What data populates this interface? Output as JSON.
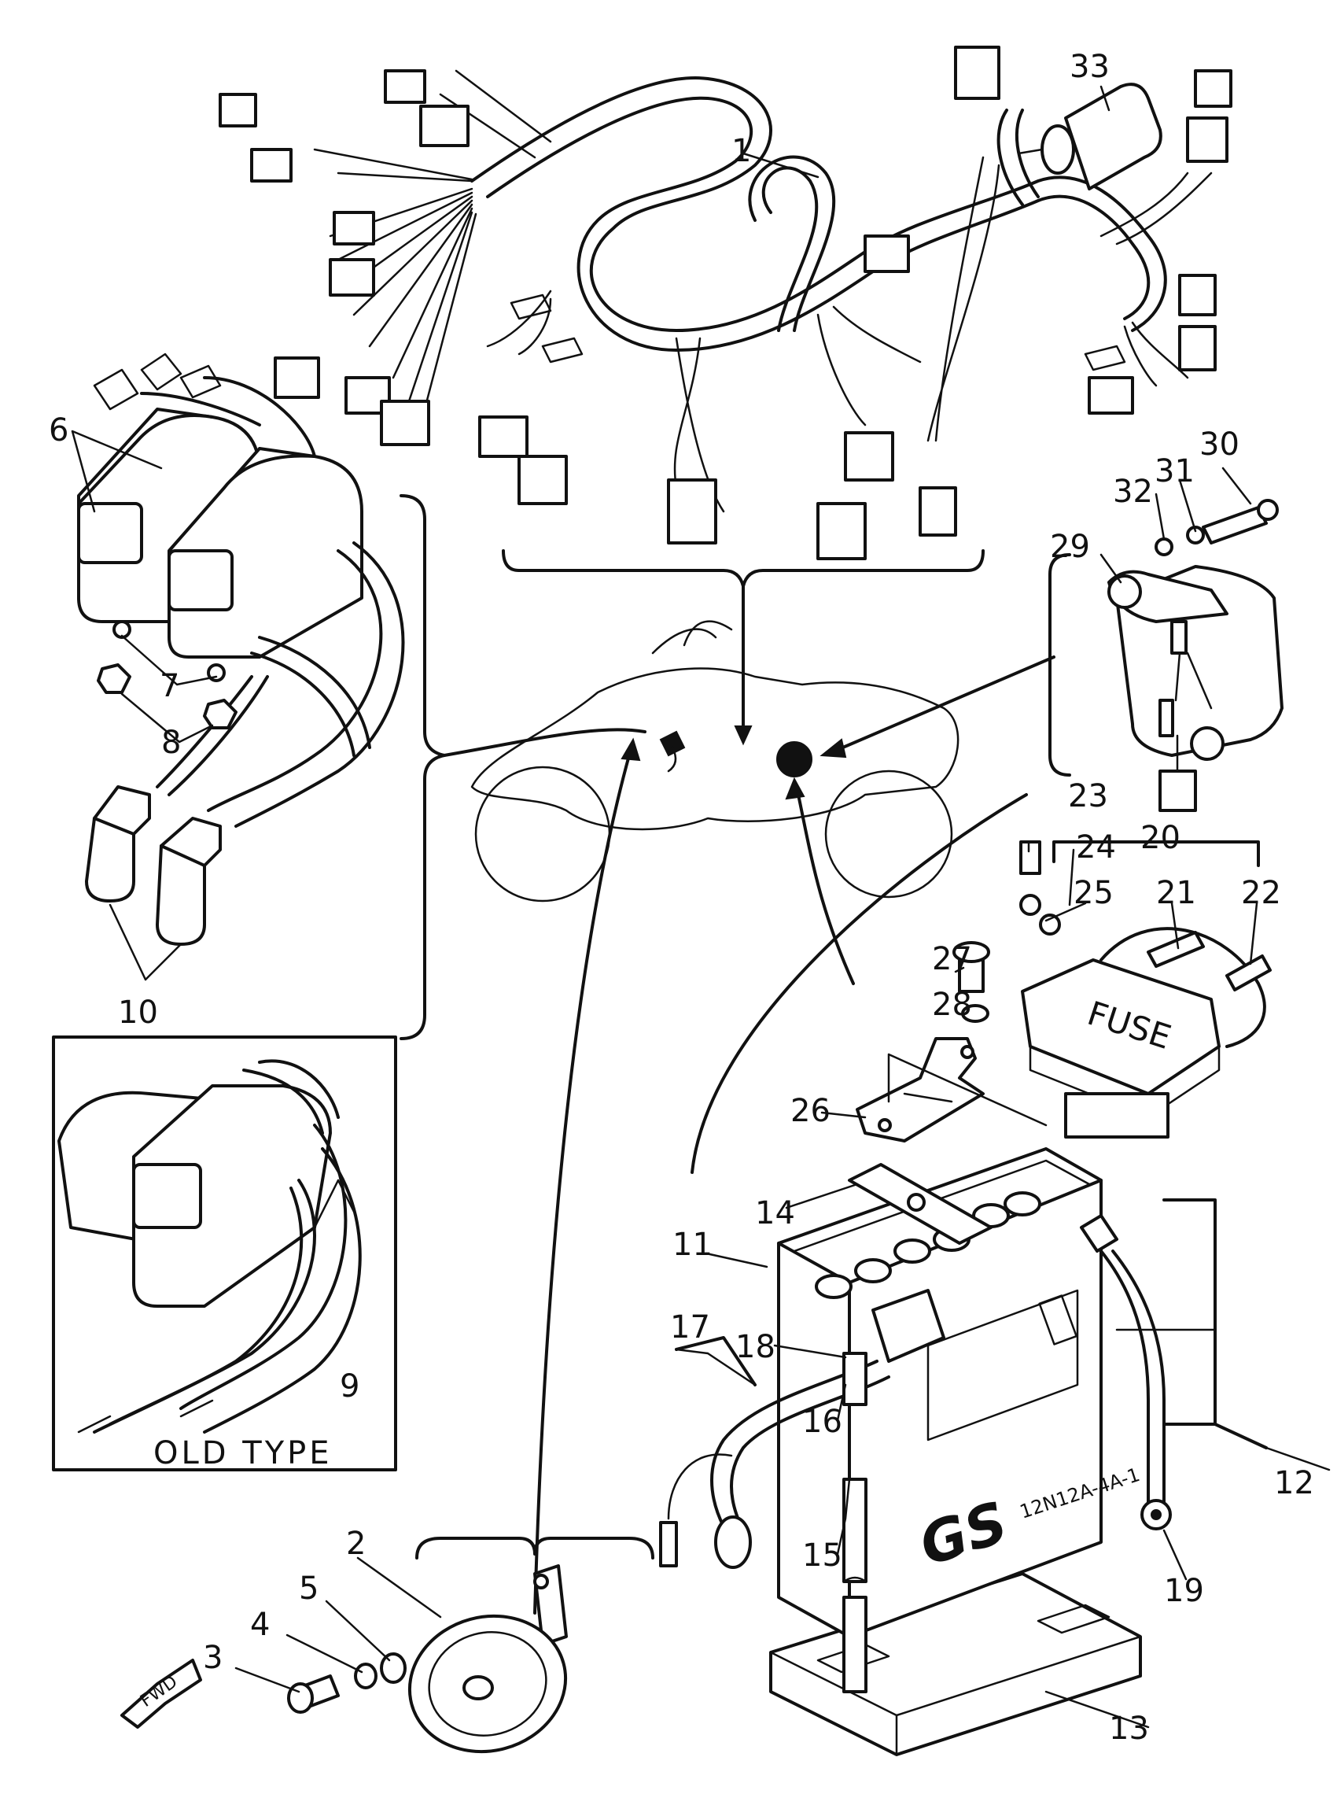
{
  "callouts": {
    "c1": "1",
    "c2": "2",
    "c3": "3",
    "c4": "4",
    "c5": "5",
    "c6": "6",
    "c7": "7",
    "c8": "8",
    "c9": "9",
    "c10": "10",
    "c11": "11",
    "c12": "12",
    "c13": "13",
    "c14": "14",
    "c15": "15",
    "c16": "16",
    "c17": "17",
    "c18": "18",
    "c19": "19",
    "c20": "20",
    "c21": "21",
    "c22": "22",
    "c23": "23",
    "c24": "24",
    "c25": "25",
    "c26": "26",
    "c27": "27",
    "c28": "28",
    "c29": "29",
    "c30": "30",
    "c31": "31",
    "c32": "32",
    "c33": "33"
  },
  "labels": {
    "old_type": "OLD TYPE",
    "fuse": "FUSE",
    "battery_brand": "GS",
    "battery_model": "12N12A-4A-1",
    "fwd": "FWD"
  }
}
